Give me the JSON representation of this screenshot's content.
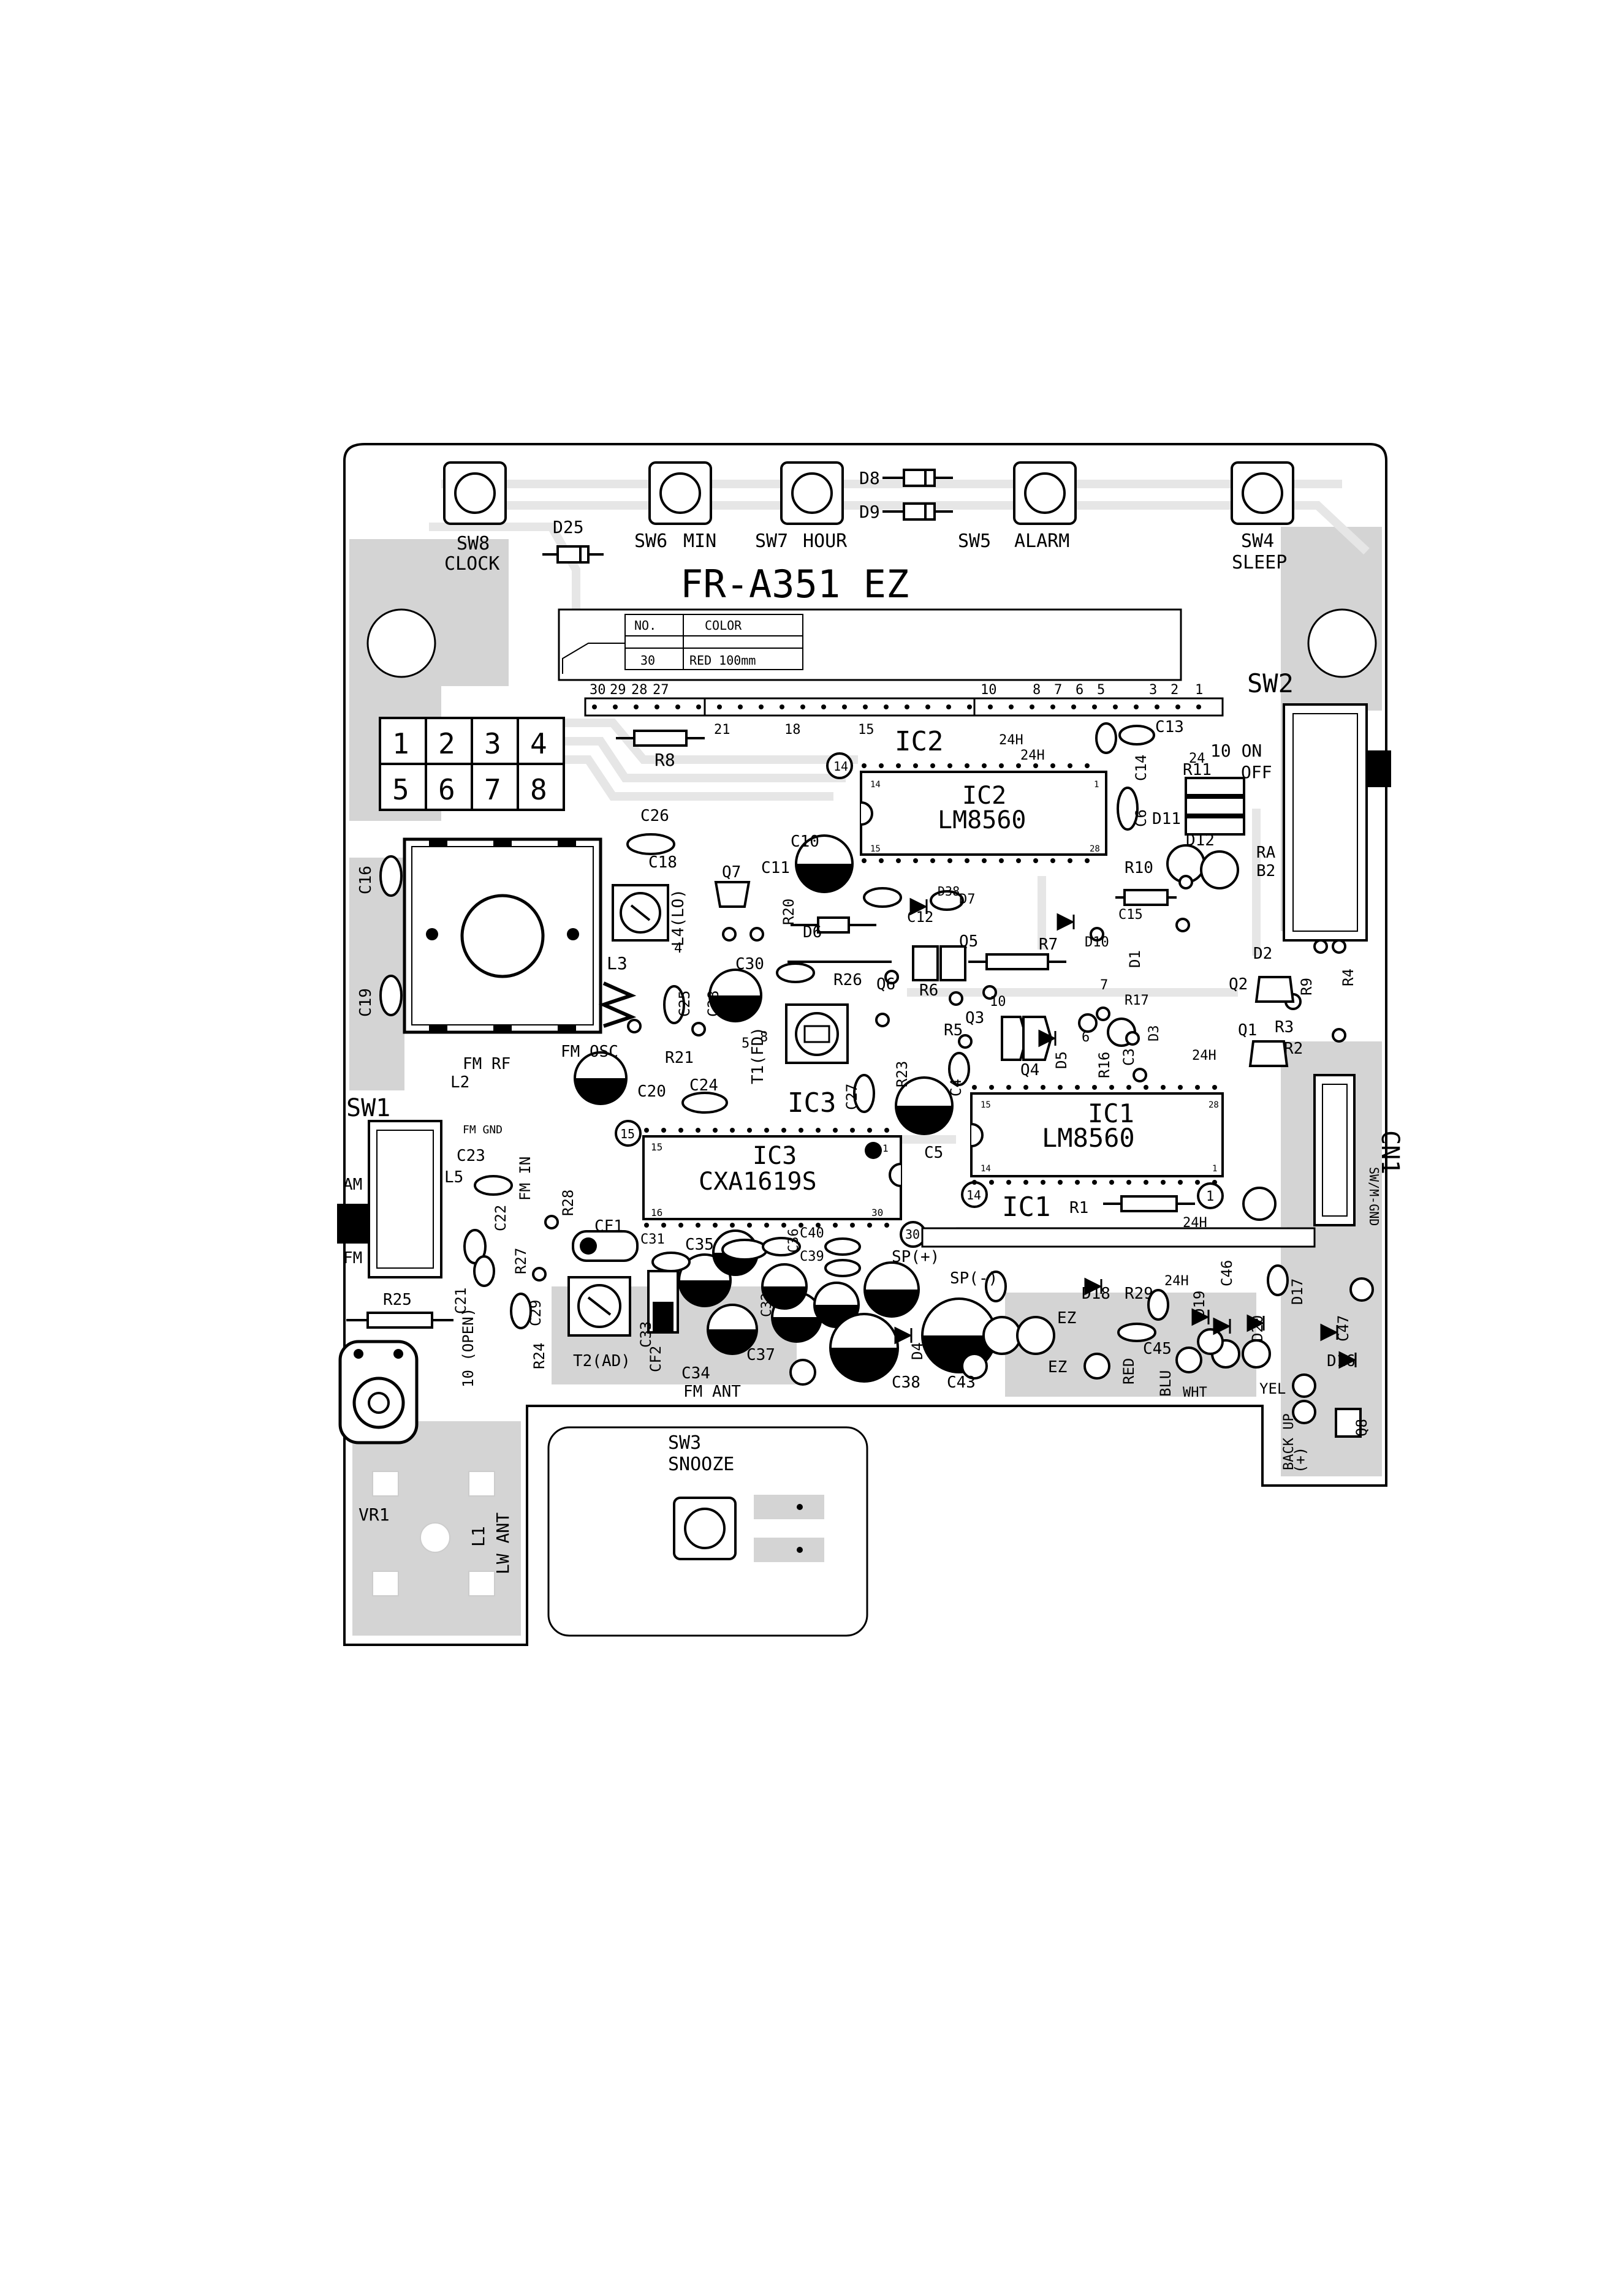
{
  "board": {
    "title": "FR-A351 EZ",
    "colors": {
      "copper": "#d4d4d4",
      "trace": "#e9e9e9",
      "ink": "#000000",
      "paper": "#ffffff"
    }
  },
  "switches": {
    "sw8": {
      "name": "SW8",
      "function": "CLOCK"
    },
    "sw6": {
      "name": "SW6",
      "function": "MIN"
    },
    "sw7": {
      "name": "SW7",
      "function": "HOUR"
    },
    "sw5": {
      "name": "SW5",
      "function": "ALARM"
    },
    "sw4": {
      "name": "SW4",
      "function": "SLEEP"
    },
    "sw3": {
      "name": "SW3",
      "function": "SNOOZE"
    },
    "sw1": {
      "name": "SW1",
      "am": "AM",
      "fm": "FM"
    },
    "sw2": {
      "name": "SW2",
      "on": "10 ON",
      "off": "OFF"
    }
  },
  "diodes": {
    "d8": "D8",
    "d9": "D9",
    "d25": "D25"
  },
  "color_table": {
    "header": [
      "NO.",
      "COLOR"
    ],
    "row": [
      "30",
      "RED 100mm"
    ]
  },
  "connector_pins": {
    "left": [
      "30",
      "29",
      "28",
      "27"
    ],
    "right": [
      "10",
      "8",
      "7",
      "6",
      "5",
      "3",
      "2",
      "1"
    ],
    "lower": [
      "21",
      "18",
      "15"
    ]
  },
  "keypad": [
    "1",
    "2",
    "3",
    "4",
    "5",
    "6",
    "7",
    "8"
  ],
  "ics": {
    "ic2": {
      "ref": "IC2",
      "part": "LM8560",
      "pin14": "14",
      "pin1": "1",
      "pin15": "15",
      "pin28": "28"
    },
    "ic1": {
      "ref": "IC1",
      "part": "LM8560",
      "pin15": "15",
      "pin28": "28",
      "pin14": "14",
      "pin1": "1"
    },
    "ic3": {
      "ref": "IC3",
      "part": "CXA1619S",
      "pin15": "15",
      "pin16": "16",
      "pin30": "30",
      "pin1": "1"
    }
  },
  "labels": {
    "c16": "C16",
    "c19": "C19",
    "l3": "L3",
    "c26": "C26",
    "c18": "C18",
    "l4": "L4(LO)",
    "q7": "Q7",
    "c10": "C10",
    "c11": "C11",
    "r20": "R20",
    "d6": "D6",
    "c30": "C30",
    "r26": "R26",
    "c28": "C28",
    "c25": "C25",
    "r21": "R21",
    "t1": "T1(FD)",
    "ic3_top": "IC3",
    "c24": "C24",
    "c20": "C20",
    "fm_osc": "FM OSC",
    "fm_rf": "FM RF",
    "l2": "L2",
    "fm_gnd": "FM GND",
    "c23": "C23",
    "l5": "L5",
    "fm_in": "FM IN",
    "c22": "C22",
    "r27": "R27",
    "r28": "R28",
    "cf1": "CF1",
    "c31": "C31",
    "c35": "C35",
    "c36": "C36",
    "c40": "C40",
    "c39": "C39",
    "sp_plus": "SP(+)",
    "sp_minus": "SP(-)",
    "r25": "R25",
    "c21": "C21",
    "c29": "C29",
    "r24": "R24",
    "t2": "T2(AD)",
    "cf2": "CF2",
    "c33": "C33",
    "c34": "C34",
    "c37": "C37",
    "c32": "C32",
    "c38": "C38",
    "c43": "C43",
    "fm_ant": "FM ANT",
    "open10": "10 (OPEN)",
    "vr1": "VR1",
    "l1": "L1",
    "lw_ant": "LW ANT",
    "c27": "C27",
    "c5": "C5",
    "r23": "R23",
    "r5": "R5",
    "q3": "Q3",
    "q4": "Q4",
    "d5": "D5",
    "r16": "R16",
    "c3": "C3",
    "r17": "R17",
    "d3": "D3",
    "r6": "R6",
    "q6": "Q6",
    "q5": "Q5",
    "r7": "R7",
    "d10": "D10",
    "c15": "C15",
    "d1": "D1",
    "c12": "C12",
    "r10": "R10",
    "d7": "D7",
    "d38": "D38",
    "c4": "C4",
    "c14": "C14",
    "c6": "C6",
    "c13": "C13",
    "r11": "R11",
    "d11": "D11",
    "d12": "D12",
    "ra": "RA",
    "b2": "B2",
    "d2": "D2",
    "q2": "Q2",
    "r9": "R9",
    "r4": "R4",
    "r3": "R3",
    "q1": "Q1",
    "r2": "R2",
    "cn1": "CN1",
    "sw_gnd": "SW/M-GND",
    "r1": "R1",
    "h24a": "24H",
    "h24b": "24H",
    "h24c": "24H",
    "h24d": "24H",
    "h24e": "24H",
    "d18": "D18",
    "r29": "R29",
    "c46": "C46",
    "c45": "C45",
    "d19": "D19",
    "d20": "D20",
    "d16": "D16",
    "c47": "C47",
    "d17": "D17",
    "ez1": "EZ",
    "ez2": "EZ",
    "red": "RED",
    "blu": "BLU",
    "wht": "WHT",
    "yel": "YEL",
    "back_up": "BACK UP",
    "back_plus": "(+)",
    "q8": "Q8",
    "r8": "R8",
    "d4": "D4",
    "n5": "5",
    "n10": "10",
    "n7": "7",
    "n6": "6",
    "n8": "8",
    "n4": "4",
    "n24": "24"
  }
}
